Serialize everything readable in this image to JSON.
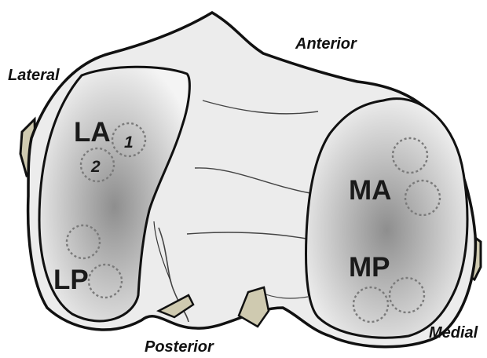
{
  "orientation_labels": {
    "anterior": "Anterior",
    "lateral": "Lateral",
    "posterior": "Posterior",
    "medial": "Medial"
  },
  "region_labels": {
    "la": "LA",
    "lp": "LP",
    "ma": "MA",
    "mp": "MP"
  },
  "point_numbers": {
    "one": "1",
    "two": "2"
  },
  "colors": {
    "outline": "#111111",
    "bone": "#ececec",
    "bone_stroke": "#1a1a1a",
    "plateau_light": "#f4f4f4",
    "plateau_dark": "#8e8e8e",
    "dotted_circle": "#7a7a7a",
    "cartilage_stub": "#cfcab0"
  }
}
